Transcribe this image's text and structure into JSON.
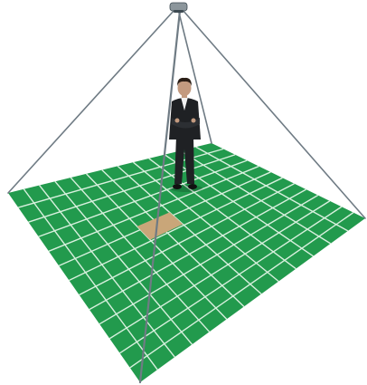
{
  "colors": {
    "background": "#ffffff",
    "floor": "#229a4d",
    "grid_line": "#d8f0de",
    "center_tile": "#c9a679",
    "pole_line": "#6f7b84",
    "pole_shadow": "#3d4a52",
    "camera_body": "#8c969c",
    "suit": "#1f2124",
    "shirt": "#f2f2f2",
    "skin": "#c39a7f",
    "hair": "#2a1d15",
    "shoe": "#111111"
  },
  "icons": {
    "apex": "ceiling-camera-icon",
    "person": "standing-person-icon"
  },
  "floor_grid": {
    "divisions": 13,
    "center_tile": [
      5,
      6
    ]
  }
}
